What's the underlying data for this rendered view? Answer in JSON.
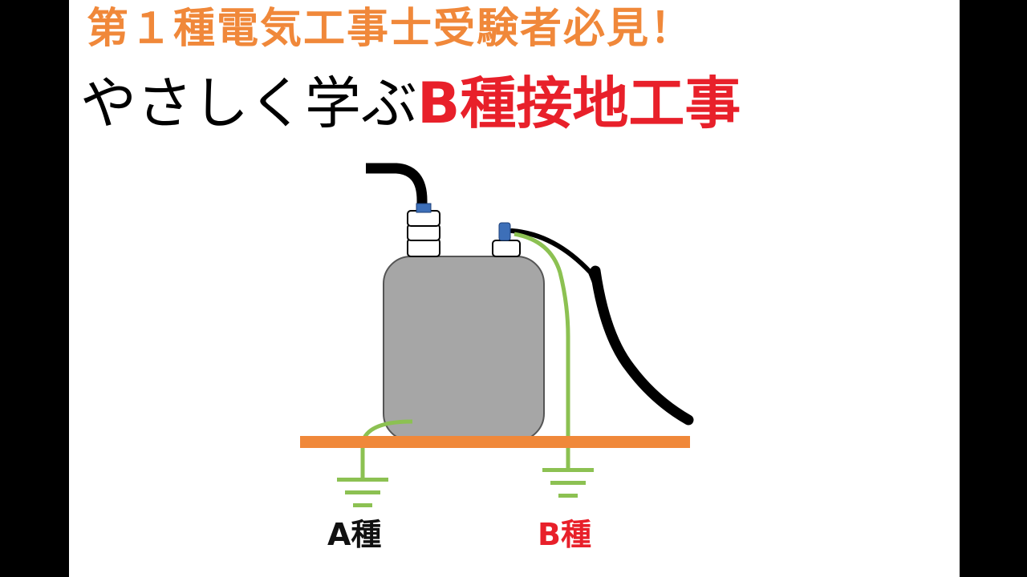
{
  "header": {
    "subtitle": "第１種電気工事士受験者必見！",
    "title_lead": "やさしく学ぶ",
    "title_accent": "B種接地工事"
  },
  "ground_labels": {
    "a_type": "A種",
    "b_type": "B種"
  },
  "colors": {
    "subtitle": "#f0883a",
    "title_lead": "#000000",
    "title_accent": "#e8202a",
    "label_a": "#111111",
    "label_b": "#e8202a",
    "transformer_body": "#a6a6a6",
    "ground_wire": "#8cc152",
    "floor_bar": "#f0883a",
    "cable": "#000000",
    "terminal_cap": "#3d6fb8"
  },
  "icons": {
    "transformer": "pole-transformer-icon",
    "ground": "earth-ground-icon"
  }
}
